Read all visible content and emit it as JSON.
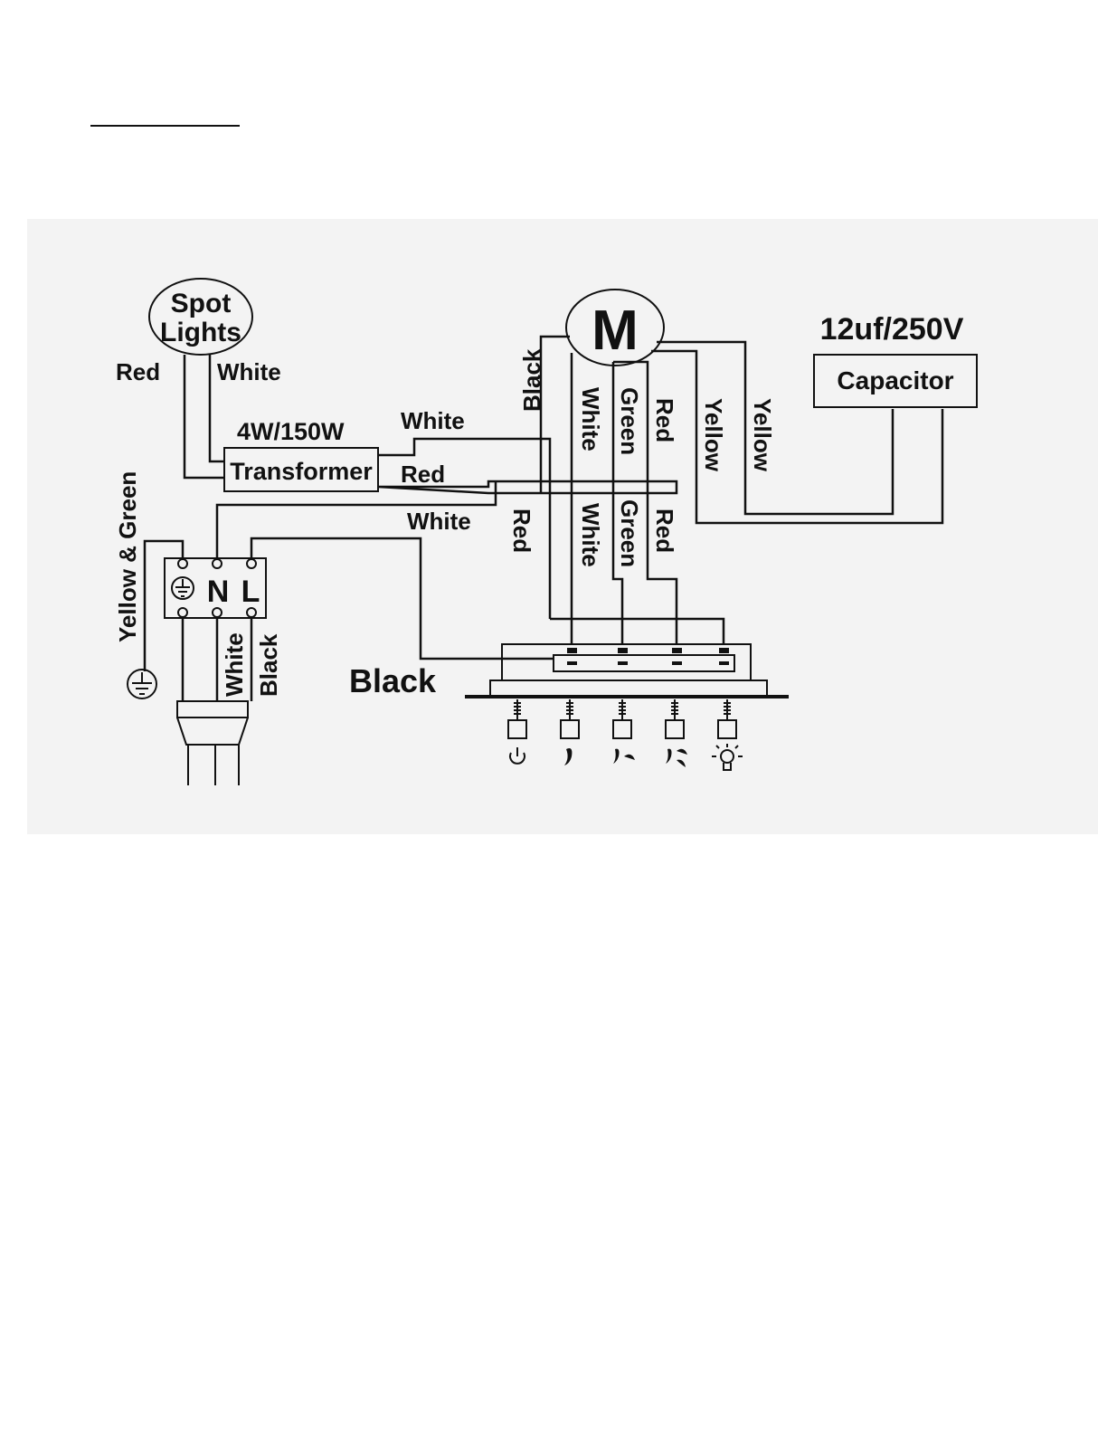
{
  "diagram": {
    "spot_lights": {
      "line1": "Spot",
      "line2": "Lights"
    },
    "motor_label": "M",
    "capacitor_rating": "12uf/250V",
    "capacitor_label": "Capacitor",
    "transformer_rating": "4W/150W",
    "transformer_label": "Transformer",
    "terminal": {
      "n": "N",
      "l": "L"
    },
    "wires": {
      "spot_red": "Red",
      "spot_white": "White",
      "transformer_white": "White",
      "transformer_red": "Red",
      "neutral_white": "White",
      "earth": "Yellow & Green",
      "motor_black": "Black",
      "motor_white": "White",
      "motor_green": "Green",
      "motor_red": "Red",
      "motor_yellow_1": "Yellow",
      "motor_yellow_2": "Yellow",
      "switch_red": "Red",
      "switch_white": "White",
      "switch_green": "Green",
      "switch_red_2": "Red",
      "cord_white": "White",
      "cord_black": "Black",
      "switch_feed_black": "Black"
    },
    "buttons": [
      "power-icon",
      "fan-speed-1-icon",
      "fan-speed-2-icon",
      "fan-speed-3-icon",
      "light-bulb-icon"
    ]
  }
}
